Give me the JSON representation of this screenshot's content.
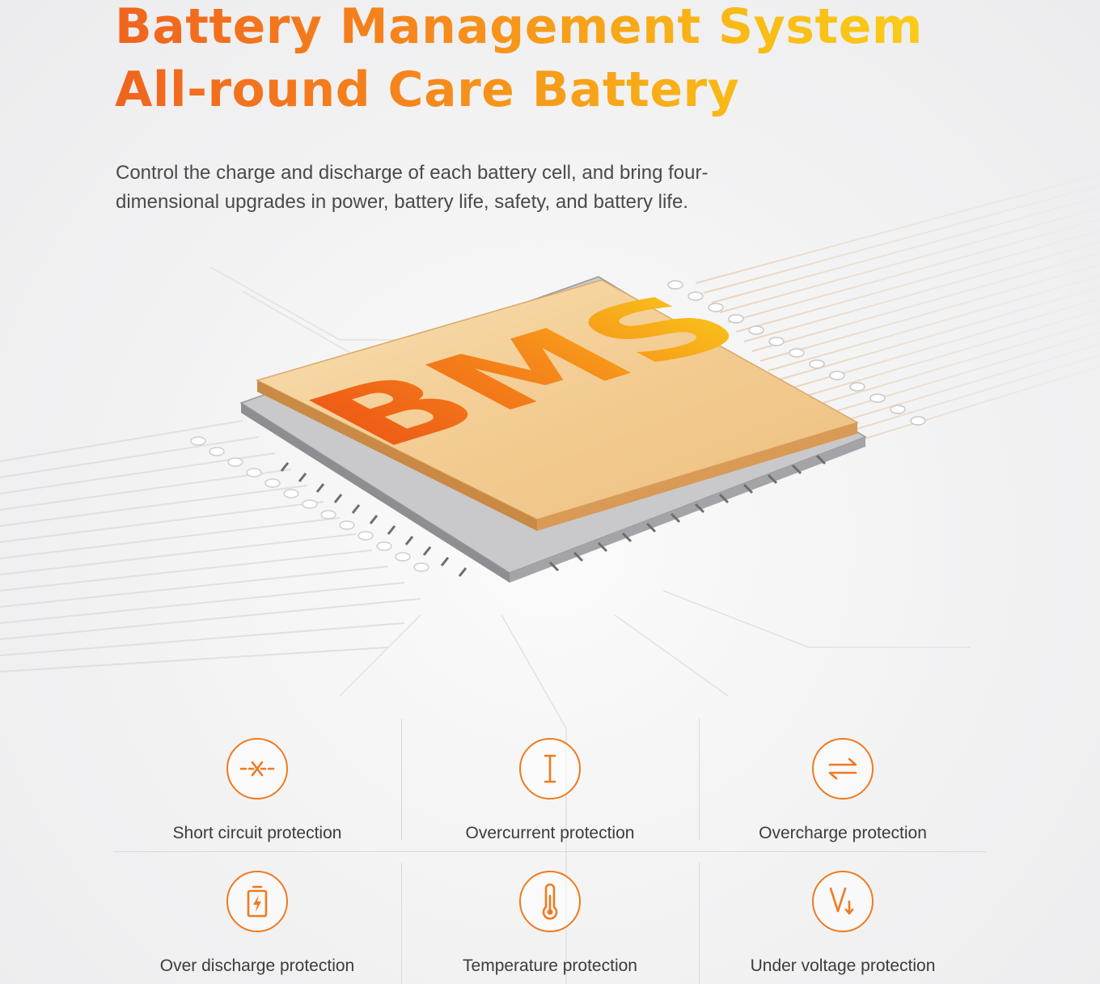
{
  "headline": {
    "line1": "Battery Management System",
    "line2": "All-round Care Battery"
  },
  "description": "Control the charge and discharge of each battery cell, and bring four-dimensional upgrades in power, battery life, safety, and battery life.",
  "chip": {
    "label": "BMS"
  },
  "colors": {
    "accent_orange": "#f0641e",
    "accent_yellow": "#f9cc18",
    "chip_gold": "#f2c98a"
  },
  "features": [
    {
      "label": "Short circuit protection",
      "icon": "short-circuit-icon"
    },
    {
      "label": "Overcurrent protection",
      "icon": "current-icon"
    },
    {
      "label": "Overcharge protection",
      "icon": "charge-arrows-icon"
    },
    {
      "label": "Over discharge protection",
      "icon": "battery-bolt-icon"
    },
    {
      "label": "Temperature protection",
      "icon": "thermometer-icon"
    },
    {
      "label": "Under voltage protection",
      "icon": "voltage-icon"
    }
  ]
}
